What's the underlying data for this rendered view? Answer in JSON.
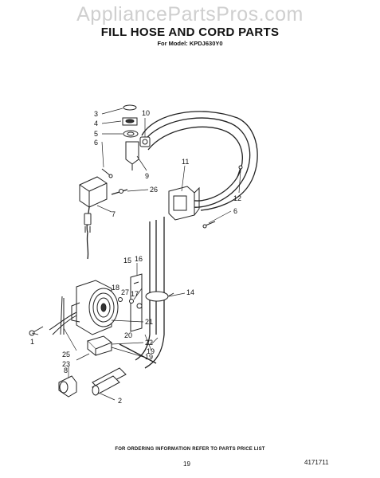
{
  "watermark": "AppliancePartsPros.com",
  "title": "FILL HOSE AND CORD PARTS",
  "model": "For Model: KPDJ630Y0",
  "footer": "FOR ORDERING INFORMATION REFER TO PARTS PRICE LIST",
  "page_number": "19",
  "doc_number": "4171711",
  "callouts": {
    "c1": "1",
    "c2": "2",
    "c3": "3",
    "c4": "4",
    "c5": "5",
    "c6a": "6",
    "c6b": "6",
    "c7": "7",
    "c8": "8",
    "c9": "9",
    "c10": "10",
    "c11": "11",
    "c12": "12",
    "c14": "14",
    "c15": "15",
    "c16": "16",
    "c17": "17",
    "c18": "18",
    "c19a": "19",
    "c19b": "19",
    "c20": "20",
    "c21": "21",
    "c22": "22",
    "c23": "23",
    "c25": "25",
    "c26": "26",
    "c27": "27"
  }
}
